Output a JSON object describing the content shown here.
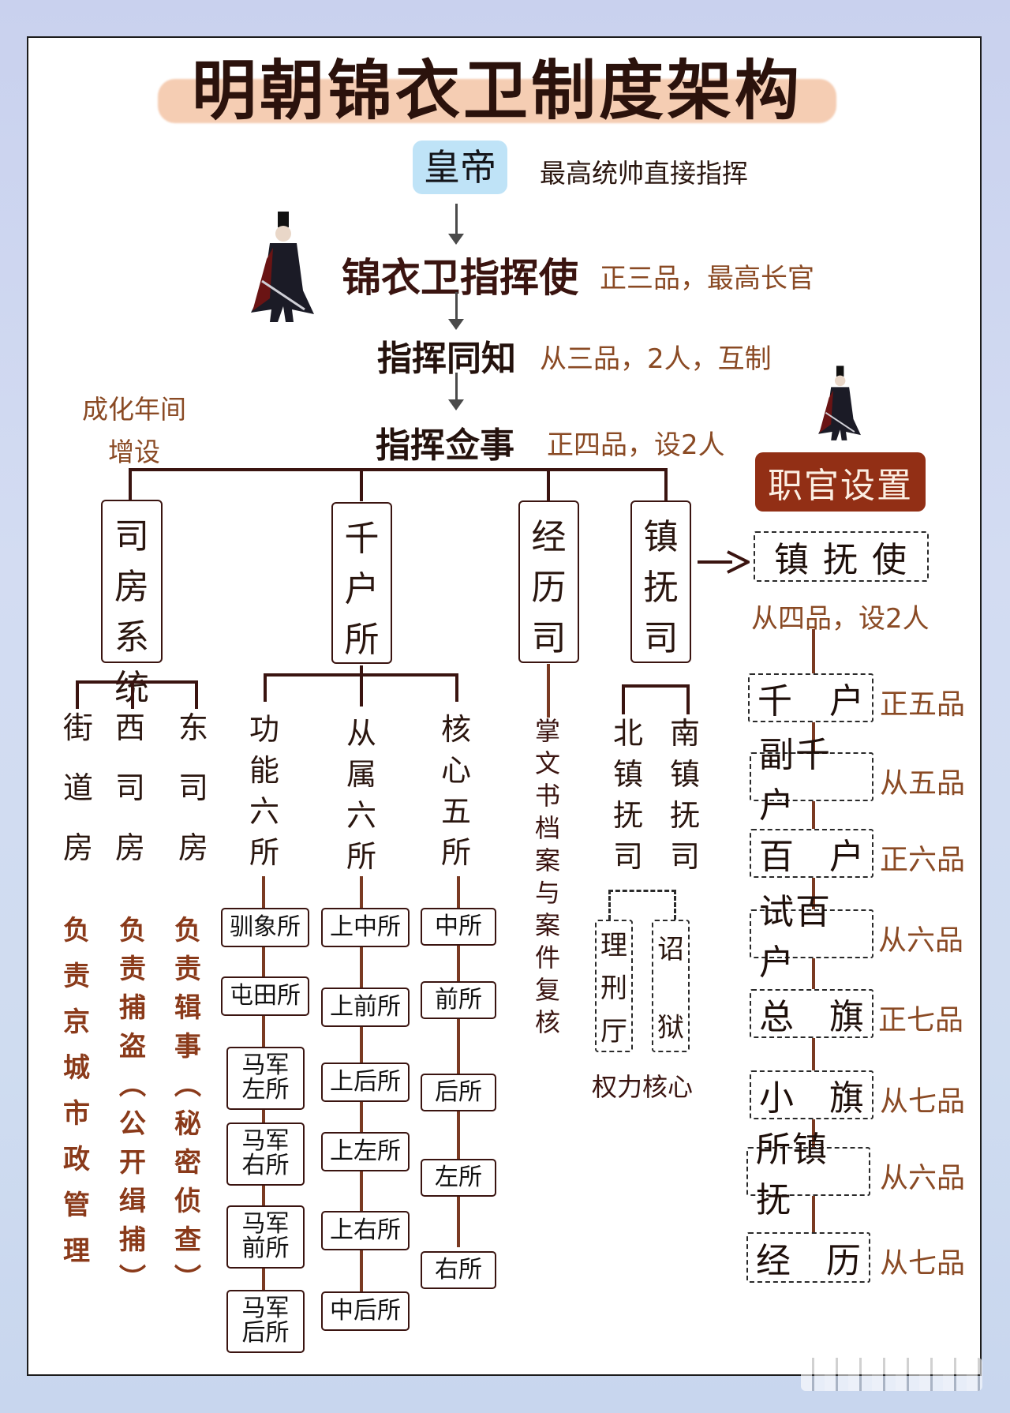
{
  "title": "明朝锦衣卫制度架构",
  "colors": {
    "title_highlight": "#f5cdb3",
    "emperor_box": "#bfe3f7",
    "section_tag_bg": "#922f15",
    "note_brown": "#8a4a24",
    "line_dark": "#3a1410",
    "line_brown": "#7a3a22",
    "background": "#cfd8f0"
  },
  "chain": {
    "emperor": {
      "label": "皇帝",
      "note": "最高统帅直接指挥"
    },
    "commander": {
      "label": "锦衣卫指挥使",
      "note": "正三品，最高长官"
    },
    "vice_commander": {
      "label": "指挥同知",
      "note": "从三品，2人，互制"
    },
    "assistant_commander": {
      "label": "指挥佥事",
      "note": "正四品，设2人"
    }
  },
  "side_note": {
    "line1": "成化年间",
    "line2": "增设"
  },
  "departments": {
    "sifang": {
      "label": [
        "司",
        "房",
        "系",
        "统"
      ],
      "children": [
        {
          "label": [
            "街",
            "道",
            "房"
          ],
          "desc": [
            "负",
            "责",
            "京",
            "城",
            "市",
            "政",
            "管",
            "理"
          ]
        },
        {
          "label": [
            "西",
            "司",
            "房"
          ],
          "desc": [
            "负",
            "责",
            "捕",
            "盗",
            "︵",
            "公",
            "开",
            "缉",
            "捕",
            "︶"
          ]
        },
        {
          "label": [
            "东",
            "司",
            "房"
          ],
          "desc": [
            "负",
            "责",
            "辑",
            "事",
            "︵",
            "秘",
            "密",
            "侦",
            "查",
            "︶"
          ]
        }
      ]
    },
    "qianhusuo": {
      "label": [
        "千",
        "户",
        "所"
      ],
      "groups": [
        {
          "label": [
            "功",
            "能",
            "六",
            "所"
          ],
          "items": [
            "驯象所",
            "屯田所",
            "马军\n左所",
            "马军\n右所",
            "马军\n前所",
            "马军\n后所"
          ]
        },
        {
          "label": [
            "从",
            "属",
            "六",
            "所"
          ],
          "items": [
            "上中所",
            "上前所",
            "上后所",
            "上左所",
            "上右所",
            "中后所"
          ]
        },
        {
          "label": [
            "核",
            "心",
            "五",
            "所"
          ],
          "items": [
            "中所",
            "前所",
            "后所",
            "左所",
            "右所"
          ]
        }
      ]
    },
    "jinglisi": {
      "label": [
        "经",
        "历",
        "司"
      ],
      "desc": [
        "掌",
        "文",
        "书",
        "档",
        "案",
        "与",
        "案",
        "件",
        "复",
        "核"
      ]
    },
    "zhenfusi": {
      "label": [
        "镇",
        "抚",
        "司"
      ],
      "children": [
        {
          "label": [
            "北",
            "镇",
            "抚",
            "司"
          ]
        },
        {
          "label": [
            "南",
            "镇",
            "抚",
            "司"
          ]
        }
      ],
      "sub": [
        {
          "label": [
            "理",
            "刑",
            "厅"
          ]
        },
        {
          "label": [
            "诏",
            "狱"
          ]
        }
      ],
      "sub_caption": "权力核心"
    }
  },
  "ranks_section": {
    "tag": "职官设置",
    "head": {
      "label": "镇 抚 使",
      "note": "从四品，设2人"
    },
    "items": [
      {
        "a": "千",
        "b": "户",
        "note": "正五品"
      },
      {
        "a": "副千户",
        "b": "",
        "note": "从五品"
      },
      {
        "a": "百",
        "b": "户",
        "note": "正六品"
      },
      {
        "a": "试百户",
        "b": "",
        "note": "从六品"
      },
      {
        "a": "总",
        "b": "旗",
        "note": "正七品"
      },
      {
        "a": "小",
        "b": "旗",
        "note": "从七品"
      },
      {
        "a": "所镇抚",
        "b": "",
        "note": "从六品"
      },
      {
        "a": "经",
        "b": "历",
        "note": "从七品"
      }
    ]
  }
}
